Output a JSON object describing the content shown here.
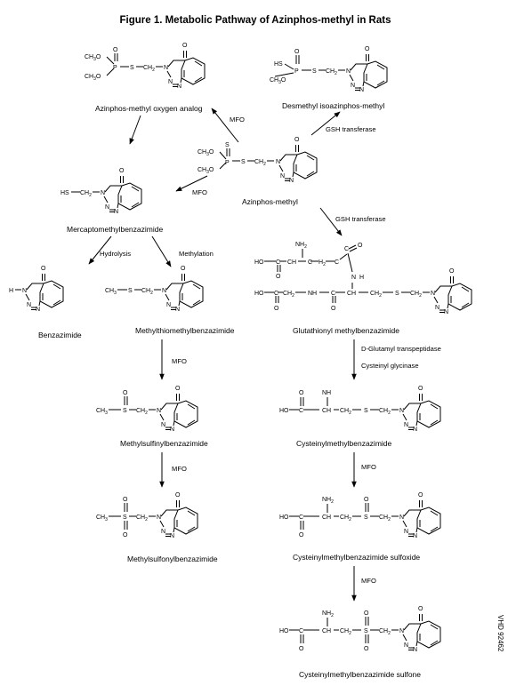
{
  "title": "Figure 1.  Metabolic Pathway of Azinphos-methyl in Rats",
  "code": "VHD 92462",
  "compounds": {
    "oxygen_analog": "Azinphos-methyl oxygen analog",
    "desmethyl": "Desmethyl isoazinphos-methyl",
    "azinphos": "Azinphos-methyl",
    "mercapto": "Mercaptomethylbenzazimide",
    "benzazimide": "Benzazimide",
    "methylthio": "Methylthiomethylbenzazimide",
    "glutathionyl": "Glutathionyl methylbenzazimide",
    "methylsulfinyl": "Methylsulfinylbenzazimide",
    "cysteinyl": "Cysteinylmethylbenzazimide",
    "methylsulfonyl": "Methylsulfonylbenzazimide",
    "cys_sulfoxide": "Cysteinylmethylbenzazimide  sulfoxide",
    "cys_sulfone": "Cysteinylmethylbenzazimide sulfone"
  },
  "enzymes": {
    "mfo": "MFO",
    "gsh": "GSH  transferase",
    "hydrolysis": "Hydrolysis",
    "methylation": "Methylation",
    "glutamyl": "D-Glutamyl transpeptidase",
    "glycinase": "Cysteinyl glycinase"
  }
}
